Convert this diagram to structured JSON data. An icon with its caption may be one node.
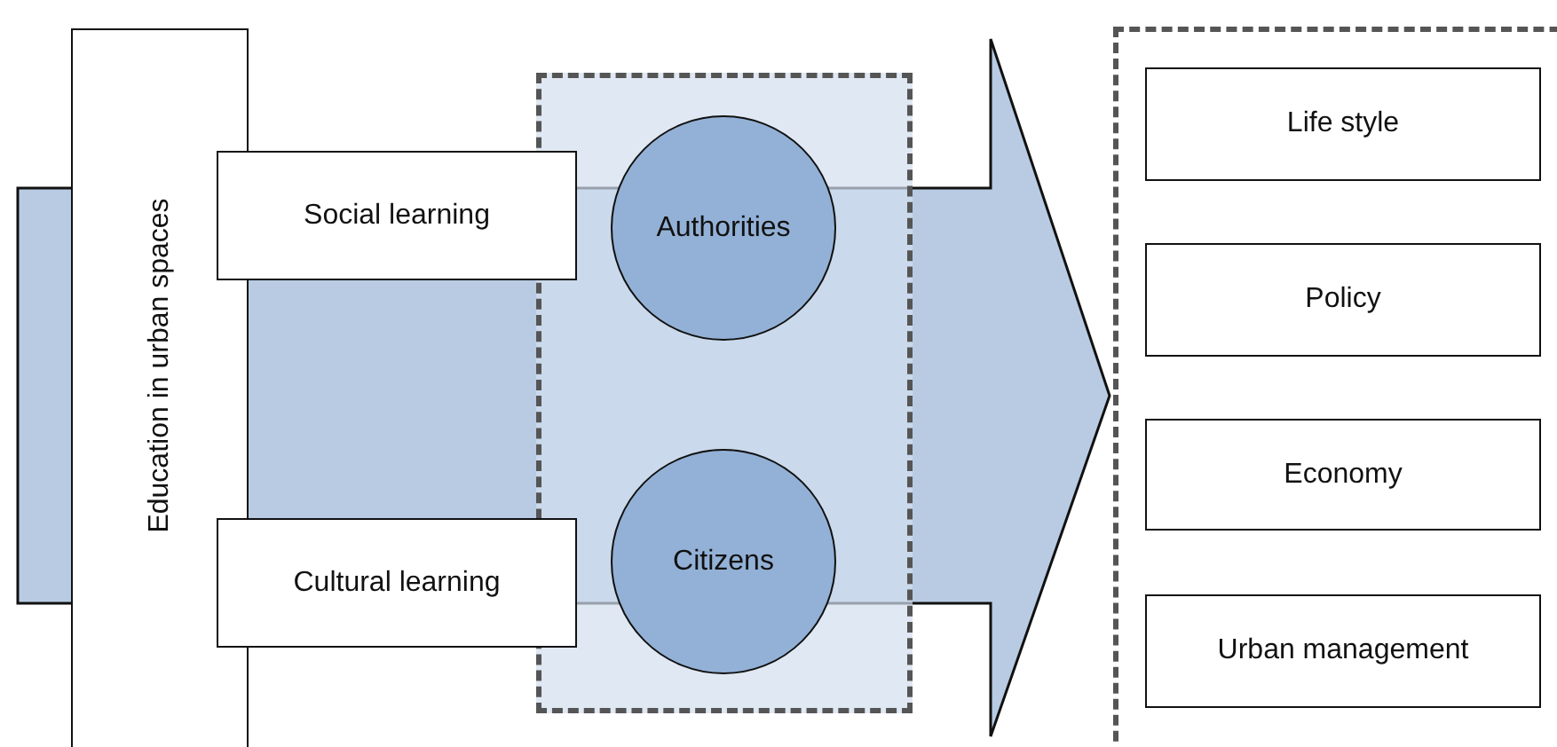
{
  "diagram": {
    "nodes": [
      {
        "text": [
          "Education in urban spaces"
        ]
      },
      {
        "text": [
          "Social learning"
        ]
      },
      {
        "text": [
          "Cultural learning"
        ]
      },
      {
        "text": [],
        "shape": "box"
      },
      {
        "text": [
          "Authorities"
        ],
        "in": 3
      },
      {
        "text": [
          "Citizens"
        ],
        "in": 3
      },
      {
        "text": [],
        "shape": "box"
      },
      {
        "text": [
          "Life style"
        ],
        "in": 6
      },
      {
        "text": [
          "Policy"
        ],
        "in": 6
      },
      {
        "text": [
          "Economy"
        ],
        "in": 6
      },
      {
        "text": [
          "Urban management"
        ],
        "in": 6
      }
    ],
    "edges": [
      {
        "from": null,
        "to": 6,
        "arrow": "to",
        "style": "thick"
      }
    ]
  }
}
